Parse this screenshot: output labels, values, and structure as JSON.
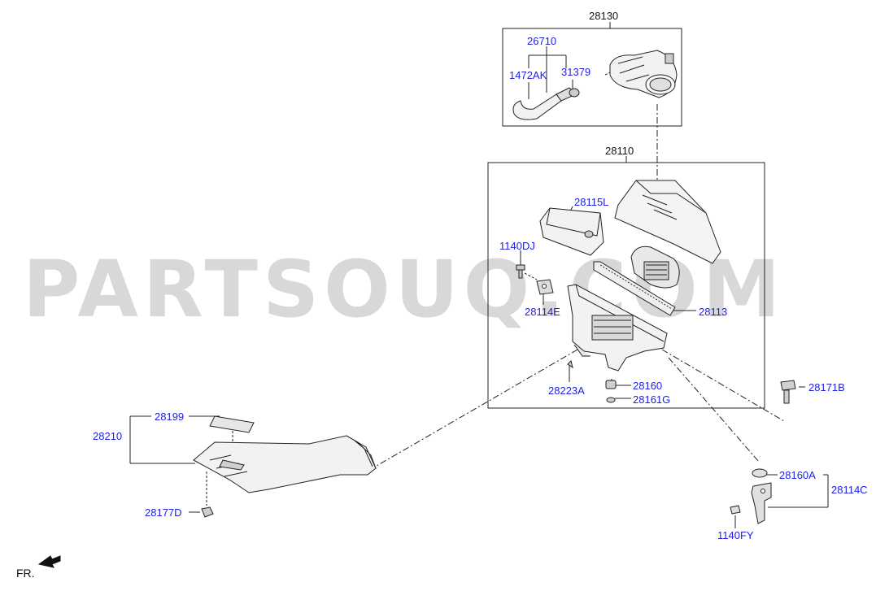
{
  "watermark": "PARTSOUQ.COM",
  "orientation_label": "FR.",
  "colors": {
    "link": "#2020e0",
    "line": "#222222",
    "watermark": "#d8d8d8"
  },
  "labels": {
    "p28130": "28130",
    "p26710": "26710",
    "p1472AK": "1472AK",
    "p31379": "31379",
    "p28110": "28110",
    "p28115L": "28115L",
    "p1140DJ": "1140DJ",
    "p28114E": "28114E",
    "p28113": "28113",
    "p28223A": "28223A",
    "p28160": "28160",
    "p28161G": "28161G",
    "p28171B": "28171B",
    "p28199": "28199",
    "p28210": "28210",
    "p28177D": "28177D",
    "p28160A": "28160A",
    "p28114C": "28114C",
    "p1140FY": "1140FY"
  }
}
